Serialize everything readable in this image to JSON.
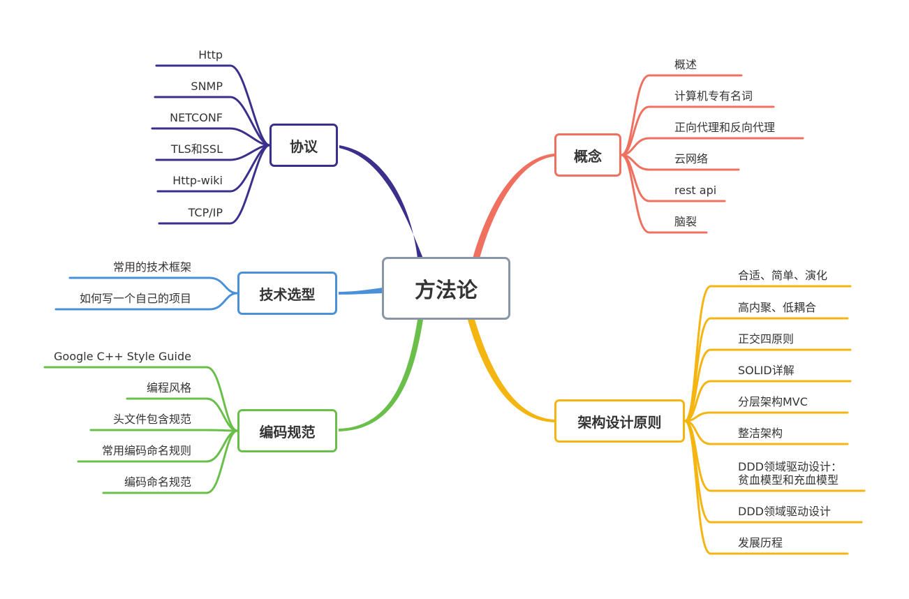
{
  "root": {
    "label": "方法论",
    "color": "#8a95a5"
  },
  "branches": {
    "xieyi": {
      "label": "协议",
      "color": "#3b2f8c",
      "items": [
        "Http",
        "SNMP",
        "NETCONF",
        "TLS和SSL",
        "Http-wiki",
        "TCP/IP"
      ]
    },
    "jishu": {
      "label": "技术选型",
      "color": "#4a90d9",
      "items": [
        "常用的技术框架",
        "如何写一个自己的项目"
      ]
    },
    "bianma": {
      "label": "编码规范",
      "color": "#6abf4b",
      "items": [
        "Google C++ Style Guide",
        "编程风格",
        "头文件包含规范",
        "常用编码命名规则",
        "编码命名规范"
      ]
    },
    "gainian": {
      "label": "概念",
      "color": "#f07060",
      "items": [
        "概述",
        "计算机专有名词",
        "正向代理和反向代理",
        "云网络",
        "rest api",
        "脑裂"
      ]
    },
    "jiagou": {
      "label": "架构设计原则",
      "color": "#f5b511",
      "items": [
        "合适、简单、演化",
        "高内聚、低耦合",
        "正交四原则",
        "SOLID详解",
        "分层架构MVC",
        "整洁架构",
        "DDD领域驱动设计：\n贫血模型和充血模型",
        "DDD领域驱动设计",
        "发展历程"
      ]
    }
  }
}
